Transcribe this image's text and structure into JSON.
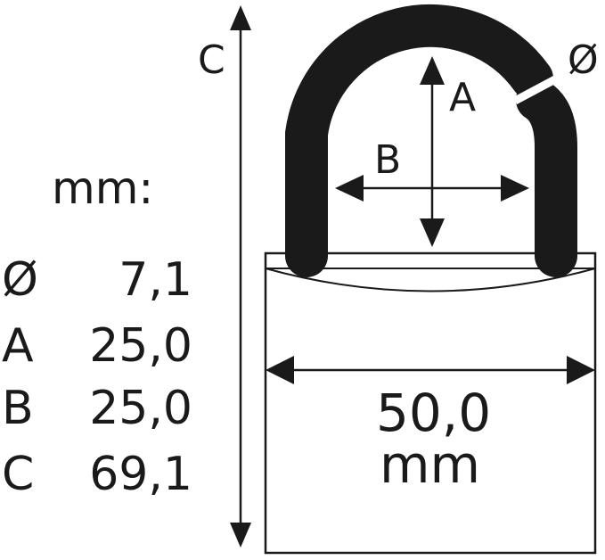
{
  "unit_heading": "mm:",
  "specs": [
    {
      "letter": "Ø",
      "value": "7,1"
    },
    {
      "letter": "A",
      "value": "25,0"
    },
    {
      "letter": "B",
      "value": "25,0"
    },
    {
      "letter": "C",
      "value": "69,1"
    }
  ],
  "dimension_labels": {
    "height": "C",
    "diameter": "Ø",
    "shackle_height": "A",
    "shackle_width": "B"
  },
  "body_width": {
    "value": "50,0",
    "unit": "mm"
  },
  "colors": {
    "line": "#1a1a1a",
    "shackle": "#1a1a1a",
    "background": "#ffffff"
  }
}
